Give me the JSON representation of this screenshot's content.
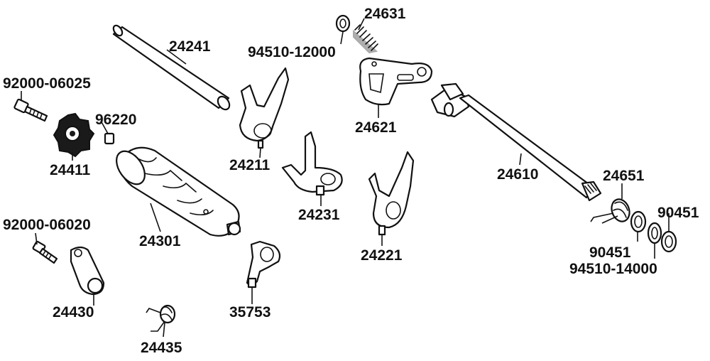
{
  "labels": {
    "p24241": "24241",
    "p24631": "24631",
    "p94510_12000": "94510-12000",
    "p92000_06025": "92000-06025",
    "p96220": "96220",
    "p24411": "24411",
    "p24211": "24211",
    "p24621": "24621",
    "p24610": "24610",
    "p24231": "24231",
    "p24651": "24651",
    "p90451_a": "90451",
    "p92000_06020": "92000-06020",
    "p24301": "24301",
    "p24221": "24221",
    "p90451_b": "90451",
    "p94510_14000": "94510-14000",
    "p24430": "24430",
    "p35753": "35753",
    "p24435": "24435"
  }
}
